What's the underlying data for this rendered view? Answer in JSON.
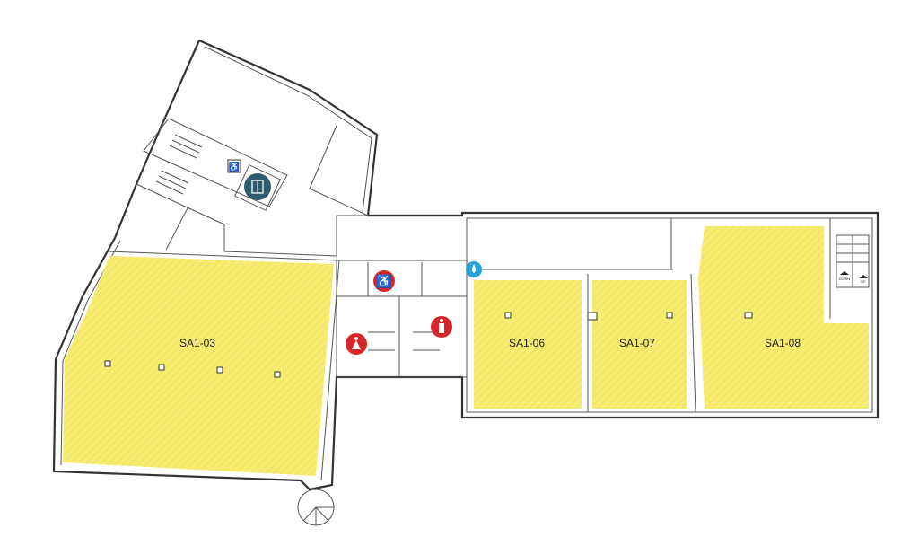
{
  "rooms": [
    {
      "id": "SA1-03",
      "label": "SA1-03"
    },
    {
      "id": "SA1-06",
      "label": "SA1-06"
    },
    {
      "id": "SA1-07",
      "label": "SA1-07"
    },
    {
      "id": "SA1-08",
      "label": "SA1-08"
    }
  ],
  "stairs": {
    "down_label": "DOWN",
    "up_label": "UP"
  },
  "colors": {
    "room_fill": "#f7ec72",
    "restroom": "#d7262a",
    "elevator": "#2f5b6e",
    "water": "#27a3d9",
    "wall": "#333333"
  },
  "icons": [
    "accessible-restroom-icon",
    "women-restroom-icon",
    "men-restroom-icon",
    "water-fountain-icon",
    "elevator-icon",
    "accessible-icon"
  ]
}
